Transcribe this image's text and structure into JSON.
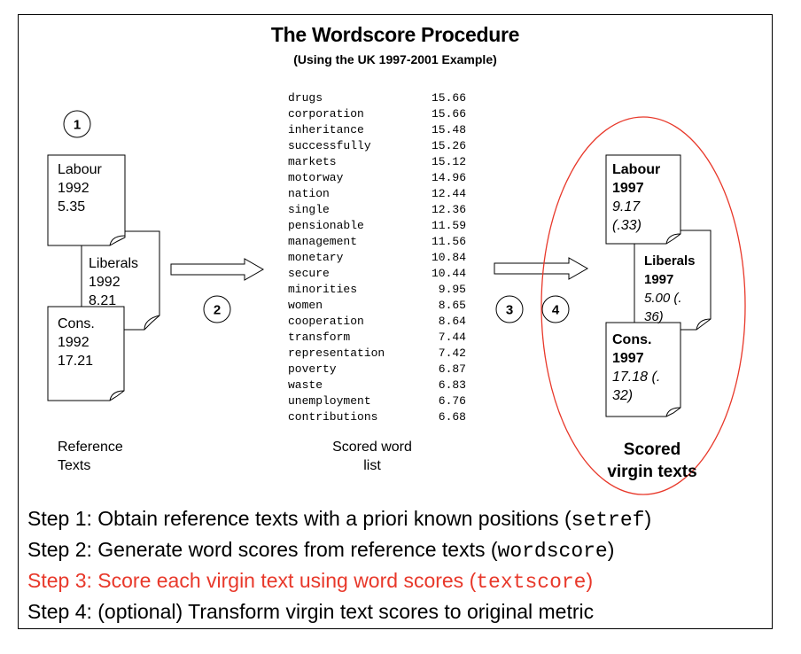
{
  "header": {
    "title": "The Wordscore Procedure",
    "subtitle": "(Using the UK 1997-2001 Example)"
  },
  "circles": [
    "1",
    "2",
    "3",
    "4"
  ],
  "reference_docs": [
    {
      "party": "Labour",
      "year": "1992",
      "score": "5.35"
    },
    {
      "party": "Liberals",
      "year": "1992",
      "score": "8.21"
    },
    {
      "party": "Cons.",
      "year": "1992",
      "score": "17.21"
    }
  ],
  "word_list": [
    {
      "word": "drugs",
      "score": "15.66"
    },
    {
      "word": "corporation",
      "score": "15.66"
    },
    {
      "word": "inheritance",
      "score": "15.48"
    },
    {
      "word": "successfully",
      "score": "15.26"
    },
    {
      "word": "markets",
      "score": "15.12"
    },
    {
      "word": "motorway",
      "score": "14.96"
    },
    {
      "word": "nation",
      "score": "12.44"
    },
    {
      "word": "single",
      "score": "12.36"
    },
    {
      "word": "pensionable",
      "score": "11.59"
    },
    {
      "word": "management",
      "score": "11.56"
    },
    {
      "word": "monetary",
      "score": "10.84"
    },
    {
      "word": "secure",
      "score": "10.44"
    },
    {
      "word": "minorities",
      "score": "9.95"
    },
    {
      "word": "women",
      "score": "8.65"
    },
    {
      "word": "cooperation",
      "score": "8.64"
    },
    {
      "word": "transform",
      "score": "7.44"
    },
    {
      "word": "representation",
      "score": "7.42"
    },
    {
      "word": "poverty",
      "score": "6.87"
    },
    {
      "word": "waste",
      "score": "6.83"
    },
    {
      "word": "unemployment",
      "score": "6.76"
    },
    {
      "word": "contributions",
      "score": "6.68"
    }
  ],
  "virgin_docs": [
    {
      "party": "Labour",
      "year": "1997",
      "score_line1": "9.17",
      "score_line2": "(.33)"
    },
    {
      "party": "Liberals",
      "year": "1997",
      "score_line1": "5.00 (.",
      "score_line2": "36)"
    },
    {
      "party": "Cons.",
      "year": "1997",
      "score_line1": "17.18 (.",
      "score_line2": "32)"
    }
  ],
  "captions": {
    "reference_line1": "Reference",
    "reference_line2": "Texts",
    "wordlist_line1": "Scored word",
    "wordlist_line2": "list",
    "virgin_line1": "Scored",
    "virgin_line2": "virgin texts"
  },
  "steps": [
    {
      "text": "Step 1: Obtain reference texts with a priori known positions (",
      "code": "setref",
      "end": ")"
    },
    {
      "text": "Step 2: Generate word scores from reference texts (",
      "code": "wordscore",
      "end": ")"
    },
    {
      "text": "Step 3: Score each virgin text using word scores (",
      "code": "textscore",
      "end": ")"
    },
    {
      "text": "Step 4: (optional) Transform virgin text scores to original metric",
      "code": "",
      "end": ""
    }
  ],
  "colors": {
    "highlight": "#e8382a",
    "ellipse": "#e8382a",
    "text": "#000000"
  }
}
